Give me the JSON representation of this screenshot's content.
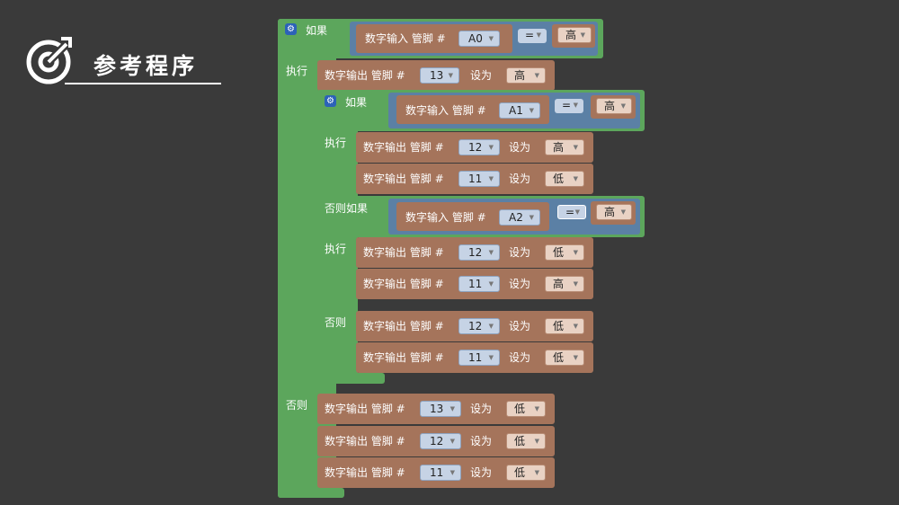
{
  "header": {
    "title": "参考程序"
  },
  "labels": {
    "if": "如果",
    "do": "执行",
    "elseif": "否则如果",
    "else": "否则"
  },
  "block_text": {
    "digital_read": "数字输入 管脚 #",
    "digital_write": "数字输出 管脚 #",
    "set_to": "设为"
  },
  "values": {
    "high": "高",
    "low": "低",
    "eq": "="
  },
  "pins": {
    "a0": "A0",
    "a1": "A1",
    "a2": "A2",
    "p13": "13",
    "p12": "12",
    "p11": "11"
  },
  "icons": {
    "gear": "gear-icon",
    "logo": "target-logo-icon",
    "dropdown": "chevron-down-icon"
  }
}
